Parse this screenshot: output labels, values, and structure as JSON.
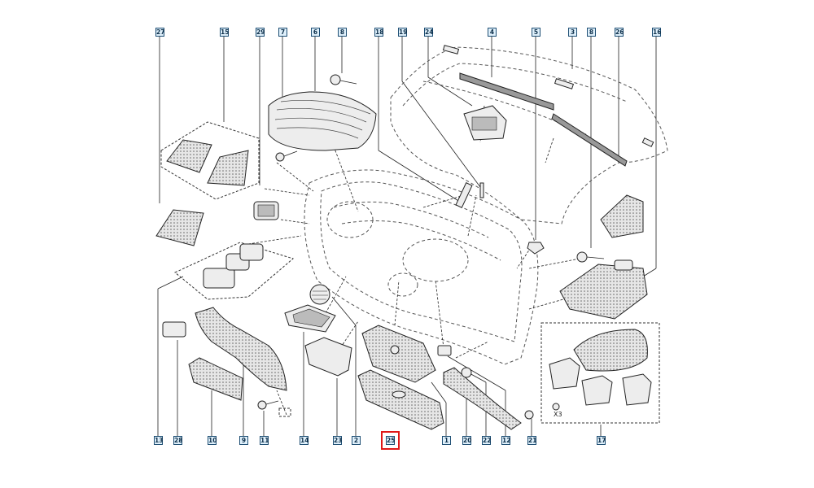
{
  "callouts_top": [
    "27",
    "15",
    "29",
    "7",
    "6",
    "8",
    "18",
    "19",
    "24",
    "4",
    "5",
    "3",
    "8",
    "26",
    "16"
  ],
  "callouts_bottom": [
    "13",
    "28",
    "10",
    "9",
    "11",
    "14",
    "23",
    "2",
    "25",
    "1",
    "20",
    "22",
    "12",
    "21",
    "17"
  ],
  "highlighted_callout": "25",
  "quantity_note": "X3",
  "colors": {
    "callout_fill": "#dff0fb",
    "callout_border": "#1f4f74",
    "highlight": "#e01818",
    "line": "#222222"
  }
}
